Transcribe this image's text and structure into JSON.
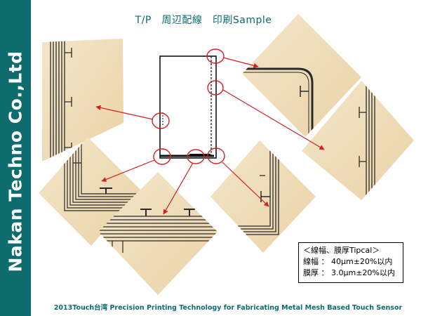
{
  "side_band": {
    "company": "Nakan Techno Co.,Ltd",
    "color": "#0e6b6e"
  },
  "title": "T/P　周辺配線　印刷Sample",
  "spec": {
    "heading": "＜線幅、膜厚Tipcal＞",
    "line1": "線幅 ： 40μm±20%以内",
    "line2": "膜厚 ： 3.0μm±20%以内"
  },
  "footer": "2013Touch台湾 Precision Printing Technology for Fabricating Metal Mesh Based Touch Sensor",
  "colors": {
    "accent": "#0e6b6e",
    "arrow": "#d42020",
    "photo": "#f0ddb8"
  }
}
